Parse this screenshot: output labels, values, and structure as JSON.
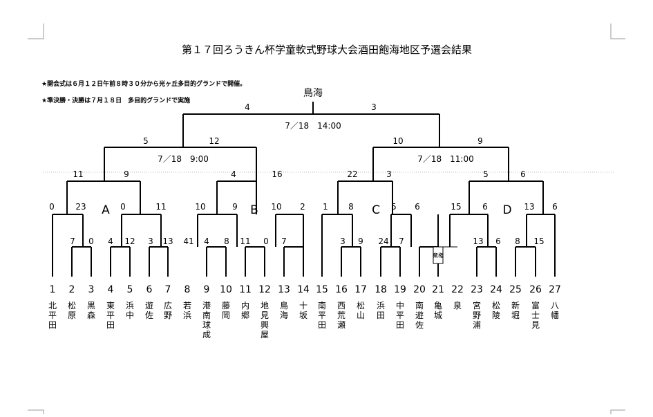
{
  "title": "第１７回ろうきん杯学童軟式野球大会酒田飽海地区予選会結果",
  "notes": [
    "★開会式は６月１２日午前８時３０分から光ヶ丘多目的グランドで開催。",
    "★準決勝・決勝は７月１８日　多目的グランドで実施"
  ],
  "champion": "鳥海",
  "final": {
    "date": "7／18　14:00",
    "scores": [
      "4",
      "3"
    ]
  },
  "semifinals": [
    {
      "date": "7／18　9:00",
      "scores": [
        "5",
        "12"
      ]
    },
    {
      "date": "7／18　11:00",
      "scores": [
        "10",
        "9"
      ]
    }
  ],
  "pools": [
    "A",
    "B",
    "C",
    "D"
  ],
  "quarter_scores": [
    "11",
    "9",
    "4",
    "16",
    "22",
    "3",
    "5",
    "6"
  ],
  "round2_scores": [
    "0",
    "23",
    "0",
    "11",
    "10",
    "9",
    "10",
    "2",
    "1",
    "8",
    "5",
    "6",
    "15",
    "6",
    "13",
    "6"
  ],
  "round1_scores": [
    "7",
    "0",
    "4",
    "12",
    "3",
    "13",
    "41",
    "4",
    "8",
    "11",
    "0",
    "7",
    "3",
    "9",
    "24",
    "7",
    "13",
    "6",
    "8",
    "15"
  ],
  "forfeit_label": "棄権",
  "teams": [
    {
      "num": "1",
      "name": "北平田"
    },
    {
      "num": "2",
      "name": "松原"
    },
    {
      "num": "3",
      "name": "黒森"
    },
    {
      "num": "4",
      "name": "東平田"
    },
    {
      "num": "5",
      "name": "浜中"
    },
    {
      "num": "6",
      "name": "遊佐"
    },
    {
      "num": "7",
      "name": "広野"
    },
    {
      "num": "8",
      "name": "若浜"
    },
    {
      "num": "9",
      "name": "港南球成"
    },
    {
      "num": "10",
      "name": "藤岡"
    },
    {
      "num": "11",
      "name": "内郷"
    },
    {
      "num": "12",
      "name": "地見興屋"
    },
    {
      "num": "13",
      "name": "鳥海"
    },
    {
      "num": "14",
      "name": "十坂"
    },
    {
      "num": "15",
      "name": "南平田"
    },
    {
      "num": "16",
      "name": "西荒瀬"
    },
    {
      "num": "17",
      "name": "松山"
    },
    {
      "num": "18",
      "name": "浜田"
    },
    {
      "num": "19",
      "name": "中平田"
    },
    {
      "num": "20",
      "name": "南遊佐"
    },
    {
      "num": "21",
      "name": "亀城"
    },
    {
      "num": "22",
      "name": "泉"
    },
    {
      "num": "23",
      "name": "宮野浦"
    },
    {
      "num": "24",
      "name": "松陵"
    },
    {
      "num": "25",
      "name": "新堀"
    },
    {
      "num": "26",
      "name": "富士見"
    },
    {
      "num": "27",
      "name": "八幡"
    }
  ]
}
